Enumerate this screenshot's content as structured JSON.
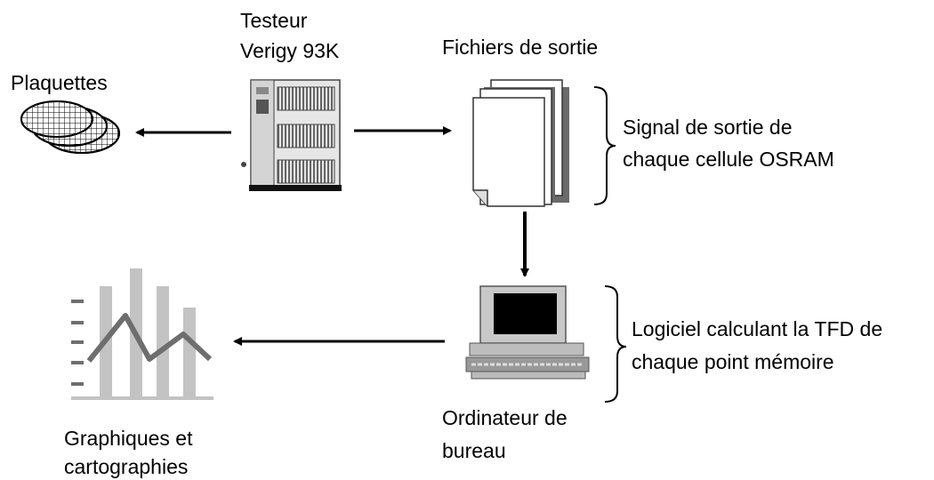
{
  "labels": {
    "tester_line1": "Testeur",
    "tester_line2": "Verigy 93K",
    "wafers": "Plaquettes",
    "output_files": "Fichiers de sortie",
    "signal_line1": "Signal de sortie de",
    "signal_line2": "chaque cellule OSRAM",
    "software_line1": "Logiciel calculant la TFD de",
    "software_line2": "chaque point mémoire",
    "computer_line1": "Ordinateur de",
    "computer_line2": "bureau",
    "graphs_line1": "Graphiques et",
    "graphs_line2": "cartographies"
  },
  "icons": {
    "tester": "tester-cabinet-icon",
    "wafers": "wafer-stack-icon",
    "files": "document-stack-icon",
    "computer": "desktop-computer-icon",
    "graphs": "bar-line-chart-icon"
  },
  "colors": {
    "arrow": "#000000",
    "icon_gray": "#bdbdbd",
    "dark_gray": "#6e6e6e"
  }
}
